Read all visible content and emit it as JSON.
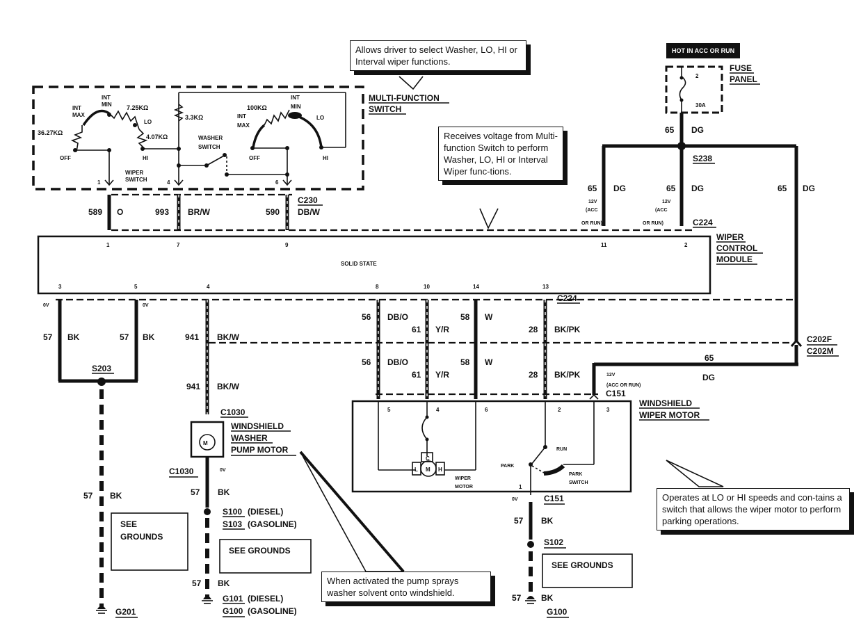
{
  "diagram": {
    "type": "automotive wiring schematic",
    "subject": "Windshield wiper / washer circuit"
  },
  "power_banner": "HOT IN ACC OR RUN",
  "fuse_panel": {
    "label_1": "FUSE",
    "label_2": "PANEL",
    "fuse_number": "2",
    "rating": "30A"
  },
  "callouts": {
    "multi_function": "Allows driver to select Washer, LO, HI or Interval  wiper functions.",
    "control_module": "Receives voltage from Multi-function Switch to perform Washer, LO, HI or Interval Wiper func-tions.",
    "washer_pump": "When activated the pump sprays washer solvent onto windshield.",
    "wiper_motor": "Operates at LO or HI speeds and con-tains a switch that allows the wiper motor to perform parking operations."
  },
  "multi_function_switch": {
    "label_1": "MULTI-FUNCTION",
    "label_2": "SWITCH",
    "wiper_switch_label_1": "WIPER",
    "wiper_switch_label_2": "SWITCH",
    "washer_switch_label_1": "WASHER",
    "washer_switch_label_2": "SWITCH",
    "left_dial": {
      "int_max_1": "INT",
      "int_max_2": "MAX",
      "int_min_1": "INT",
      "int_min_2": "MIN",
      "lo": "LO",
      "hi": "HI",
      "off": "OFF",
      "r1": "36.27KΩ",
      "r2": "7.25KΩ",
      "r3": "4.07KΩ"
    },
    "right_dial": {
      "int_max_1": "INT",
      "int_max_2": "MAX",
      "int_min_1": "INT",
      "int_min_2": "MIN",
      "lo": "LO",
      "hi": "HI",
      "off": "OFF",
      "r1": "100KΩ"
    },
    "r_washer": "3.3KΩ",
    "pins": [
      "1",
      "4",
      "6"
    ]
  },
  "connectors": {
    "c230": "C230",
    "c224_top": "C224",
    "c224_bottom": "C224",
    "s238": "S238",
    "c202f": "C202F",
    "c202m": "C202M",
    "c151_top": "C151",
    "c151_bottom": "C151",
    "c1030_top": "C1030",
    "c1030_bottom": "C1030",
    "s203": "S203",
    "s100": "S100",
    "s100_note": "(DIESEL)",
    "s103": "S103",
    "s103_note": "(GASOLINE)",
    "s102": "S102",
    "g201": "G201",
    "g101": "G101",
    "g101_note": "(DIESEL)",
    "g100a": "G100",
    "g100a_note": "(GASOLINE)",
    "g100b": "G100"
  },
  "wires": {
    "w589": {
      "circuit": "589",
      "color": "O"
    },
    "w993": {
      "circuit": "993",
      "color": "BR/W"
    },
    "w590": {
      "circuit": "590",
      "color": "DB/W"
    },
    "w65_fuse": {
      "circuit": "65",
      "color": "DG"
    },
    "w65_pin11": {
      "circuit": "65",
      "color": "DG",
      "voltage": "12V",
      "state_1": "(ACC",
      "state_2": "OR RUN)"
    },
    "w65_pin2": {
      "circuit": "65",
      "color": "DG",
      "voltage": "12V",
      "state_1": "(ACC",
      "state_2": "OR RUN)"
    },
    "w65_right": {
      "circuit": "65",
      "color": "DG"
    },
    "w65_motor": {
      "circuit": "65",
      "color": "DG",
      "voltage": "12V",
      "state": "(ACC OR RUN)"
    },
    "w57_a": {
      "circuit": "57",
      "color": "BK",
      "voltage": "0V"
    },
    "w57_b": {
      "circuit": "57",
      "color": "BK",
      "voltage": "0V"
    },
    "w941_a": {
      "circuit": "941",
      "color": "BK/W"
    },
    "w941_b": {
      "circuit": "941",
      "color": "BK/W"
    },
    "w56_a": {
      "circuit": "56",
      "color": "DB/O"
    },
    "w56_b": {
      "circuit": "56",
      "color": "DB/O"
    },
    "w61_a": {
      "circuit": "61",
      "color": "Y/R"
    },
    "w61_b": {
      "circuit": "61",
      "color": "Y/R"
    },
    "w58_a": {
      "circuit": "58",
      "color": "W"
    },
    "w58_b": {
      "circuit": "58",
      "color": "W"
    },
    "w28_a": {
      "circuit": "28",
      "color": "BK/PK"
    },
    "w28_b": {
      "circuit": "28",
      "color": "BK/PK"
    },
    "w57_g201": {
      "circuit": "57",
      "color": "BK"
    },
    "w57_pump": {
      "circuit": "57",
      "color": "BK",
      "voltage": "0V"
    },
    "w57_pump_low": {
      "circuit": "57",
      "color": "BK"
    },
    "w57_motor": {
      "circuit": "57",
      "color": "BK",
      "voltage": "0V"
    },
    "w57_g100": {
      "circuit": "57",
      "color": "BK"
    }
  },
  "control_module": {
    "label_1": "WIPER",
    "label_2": "CONTROL",
    "label_3": "MODULE",
    "body_text": "SOLID STATE",
    "top_pins": [
      "1",
      "7",
      "9",
      "11",
      "2"
    ],
    "bottom_pins": [
      "3",
      "5",
      "4",
      "8",
      "10",
      "14",
      "13"
    ]
  },
  "washer_pump": {
    "label_1": "WINDSHIELD",
    "label_2": "WASHER",
    "label_3": "PUMP MOTOR",
    "motor_symbol": "M"
  },
  "wiper_motor": {
    "label_1": "WINDSHIELD",
    "label_2": "WIPER MOTOR",
    "pins": [
      "5",
      "4",
      "6",
      "2",
      "3",
      "1"
    ],
    "motor_symbol": "M",
    "terminal_c": "C",
    "terminal_l": "L",
    "terminal_h": "H",
    "motor_label_1": "WIPER",
    "motor_label_2": "MOTOR",
    "park": "PARK",
    "run": "RUN",
    "park_switch_1": "PARK",
    "park_switch_2": "SWITCH"
  },
  "see_grounds": {
    "box1_line1": "SEE",
    "box1_line2": "GROUNDS",
    "box2": "SEE GROUNDS",
    "box3": "SEE GROUNDS"
  }
}
